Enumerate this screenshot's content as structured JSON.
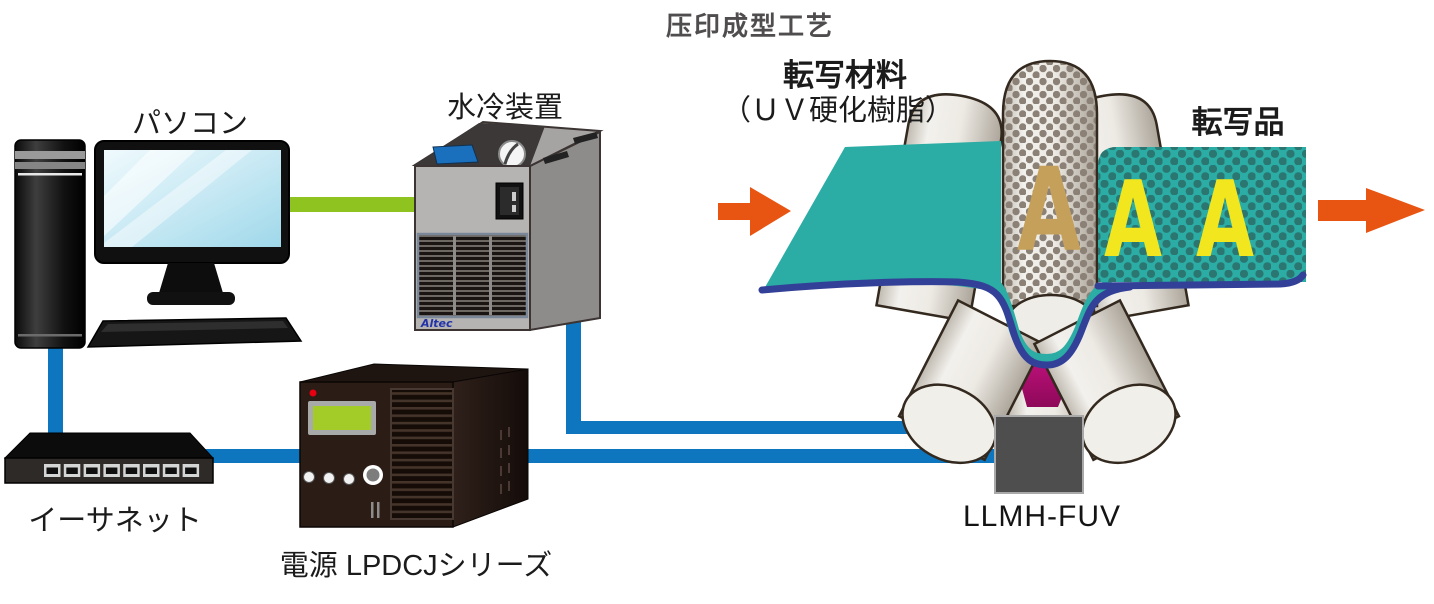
{
  "title": "压印成型工艺",
  "labels": {
    "pc": "パソコン",
    "cooler": "水冷装置",
    "ethernet": "イーサネット",
    "power_supply": "電源 LPDCJシリーズ",
    "uv_unit": "LLMH-FUV",
    "transfer_material_1": "転写材料",
    "transfer_material_2": "（ＵＶ硬化樹脂）",
    "transfer_product": "転写品"
  },
  "cooler": {
    "logo": "Altec"
  },
  "stamp": {
    "mold_letter": "A",
    "print_letter_a": "A",
    "print_letter_b": "A"
  },
  "colors": {
    "film_teal": "#2BACA4",
    "film_dot_teal": "#2B7670",
    "film_edge_navy": "#334097",
    "arrow_orange": "#E85513",
    "cable_blue": "#0E76BE",
    "cable_green": "#8FC31F",
    "uv_magenta": "#B80E72",
    "mold_letter_gold": "#C5A05A",
    "print_letter_yellow": "#F2E71E",
    "title_grey": "#4F4D4D"
  }
}
